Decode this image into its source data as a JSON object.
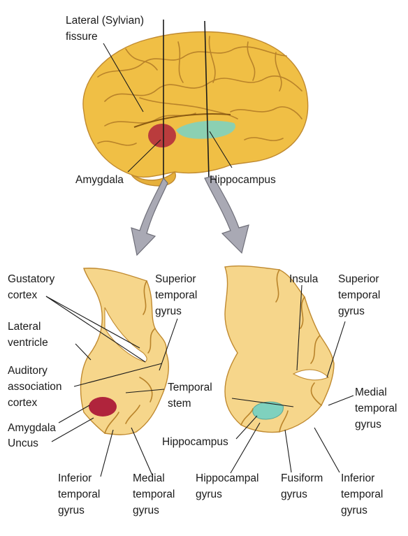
{
  "colors": {
    "brain_fill": "#f0bf45",
    "section_fill": "#f6d68b",
    "amygdala": "#b0243c",
    "hippocampus": "#7fd1be",
    "arrow": "#a9a9b4"
  },
  "labels": {
    "lateral_fissure": [
      "Lateral (Sylvian)",
      "fissure"
    ],
    "amygdala_top": "Amygdala",
    "hippocampus_top": "Hippocampus",
    "gustatory_cortex": [
      "Gustatory",
      "cortex"
    ],
    "lateral_ventricle": [
      "Lateral",
      "ventricle"
    ],
    "auditory_assoc_cortex": [
      "Auditory",
      "association",
      "cortex"
    ],
    "amygdala_left": "Amygdala",
    "uncus": "Uncus",
    "inferior_temporal_left": [
      "Inferior",
      "temporal",
      "gyrus"
    ],
    "medial_temporal_left": [
      "Medial",
      "temporal",
      "gyrus"
    ],
    "superior_temporal_left": [
      "Superior",
      "temporal",
      "gyrus"
    ],
    "temporal_stem": [
      "Temporal",
      "stem"
    ],
    "insula": "Insula",
    "superior_temporal_right": [
      "Superior",
      "temporal",
      "gyrus"
    ],
    "medial_temporal_right": [
      "Medial",
      "temporal",
      "gyrus"
    ],
    "hippocampus_right": "Hippocampus",
    "hippocampal_gyrus": [
      "Hippocampal",
      "gyrus"
    ],
    "fusiform_gyrus": [
      "Fusiform",
      "gyrus"
    ],
    "inferior_temporal_right": [
      "Inferior",
      "temporal",
      "gyrus"
    ]
  }
}
